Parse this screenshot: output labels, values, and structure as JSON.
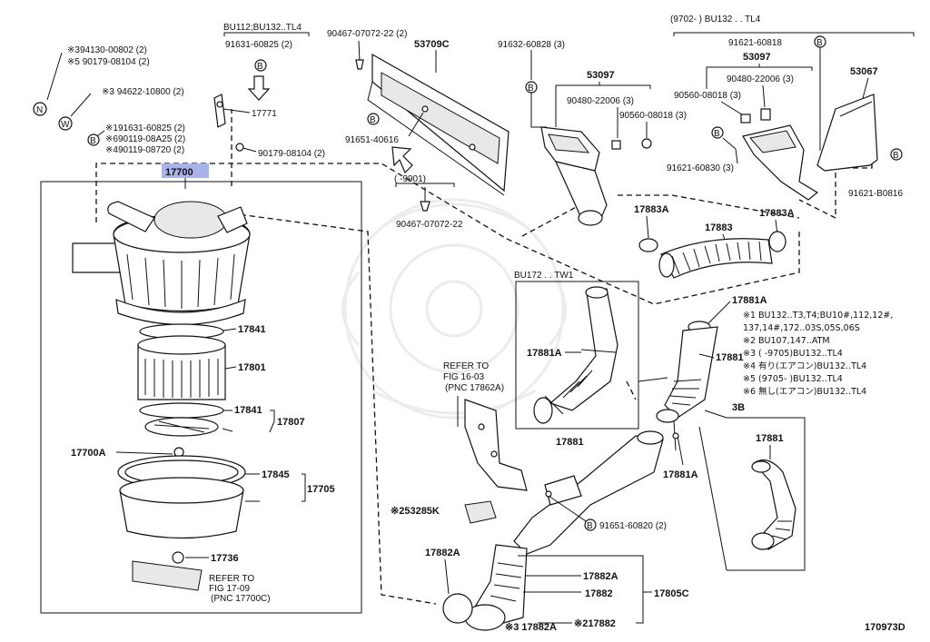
{
  "labels": {
    "p94130": "※394130-00802 (2)",
    "p90179a": "※5 90179-08104 (2)",
    "p94622": "※3 94622-10800 (2)",
    "p91631a": "※191631-60825 (2)",
    "p90119a": "※690119-08A25 (2)",
    "p90119b": "※490119-08720 (2)",
    "bu112": "BU112;BU132..TL4",
    "p91631b": "91631-60825 (2)",
    "p17771": "17771",
    "p90179b": "90179-08104 (2)",
    "p17700": "17700",
    "p90467a": "90467-07072-22 (2)",
    "p53709c": "53709C",
    "p91651a": "91651-40616",
    "range9901": "(     -9901)",
    "p90467b": "90467-07072-22",
    "p91632": "91632-60828 (3)",
    "p53097a": "53097",
    "p90480a": "90480-22006 (3)",
    "p90560a": "90560-08018 (3)",
    "range9702": "(9702-        ) BU132 . . TL4",
    "p91621a": "91621-60818",
    "p53097b": "53097",
    "p90480b": "90480-22006 (3)",
    "p90560b": "90560-08018 (3)",
    "p53067": "53067",
    "p91621b": "91621-60830 (3)",
    "p91621c": "91621-B0816",
    "p17883a1": "17883A",
    "p17883": "17883",
    "p17883a2": "17883A",
    "p17841a": "17841",
    "p17801": "17801",
    "p17841b": "17841",
    "p17807": "17807",
    "p17700a": "17700A",
    "p17845": "17845",
    "p17705": "17705",
    "p17736": "17736",
    "refer1a": "REFER  TO",
    "refer1b": "FIG  17-09",
    "refer1c": "(PNC  17700C)",
    "refer2a": "REFER  TO",
    "refer2b": "FIG  16-03",
    "refer2c": "(PNC  17862A)",
    "bu172": "BU172 . . TW1",
    "p17881a_box": "17881A",
    "p17881_box": "17881",
    "p17881a_r1": "17881A",
    "p17881_r": "17881",
    "p17881a_r2": "17881A",
    "p3b": "3B",
    "p17881_3b": "17881",
    "p253285": "※253285K",
    "p91651b": "91651-60820 (2)",
    "p17882a_l": "17882A",
    "p17882a_r": "17882A",
    "p17882": "17882",
    "p17805c": "17805C",
    "p3_17882a": "※3 17882A",
    "p2_17882": "※217882",
    "note1": "※1 BU132..T3,T4;BU10#,112,12#,",
    "note1b": "137,14#,172..03S,05S,06S",
    "note2": "※2 BU107,147..ATM",
    "note3": "※3 (       -9705)BU132..TL4",
    "note4": "※4 有り(エアコン)BU132..TL4",
    "note5": "※5 (9705-        )BU132..TL4",
    "note6": "※6 無し(エアコン)BU132..TL4",
    "code": "170973D",
    "circle_n": "N",
    "circle_w": "W",
    "circle_b": "B"
  },
  "colors": {
    "highlight": "#aab2ea",
    "ink": "#111111"
  }
}
